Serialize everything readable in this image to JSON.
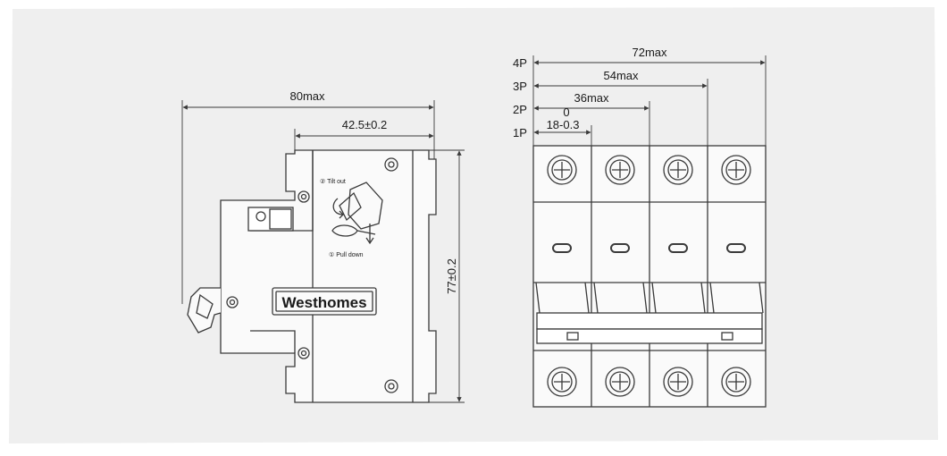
{
  "side_view": {
    "overall_width": "80max",
    "front_width": "42.5±0.2",
    "height": "77±0.2",
    "step2_label": "② Tilt out",
    "step1_label": "① Pull down",
    "brand": "Westhomes"
  },
  "front_view": {
    "pole_labels": [
      "4P",
      "3P",
      "2P",
      "1P"
    ],
    "width_4p": "72max",
    "width_3p": "54max",
    "width_2p": "36max",
    "width_1p_upper": "0",
    "width_1p": "18-0.3"
  },
  "colors": {
    "line": "#3a3a3a",
    "device_fill": "#fafafa",
    "panel_bg": "#efefef"
  }
}
